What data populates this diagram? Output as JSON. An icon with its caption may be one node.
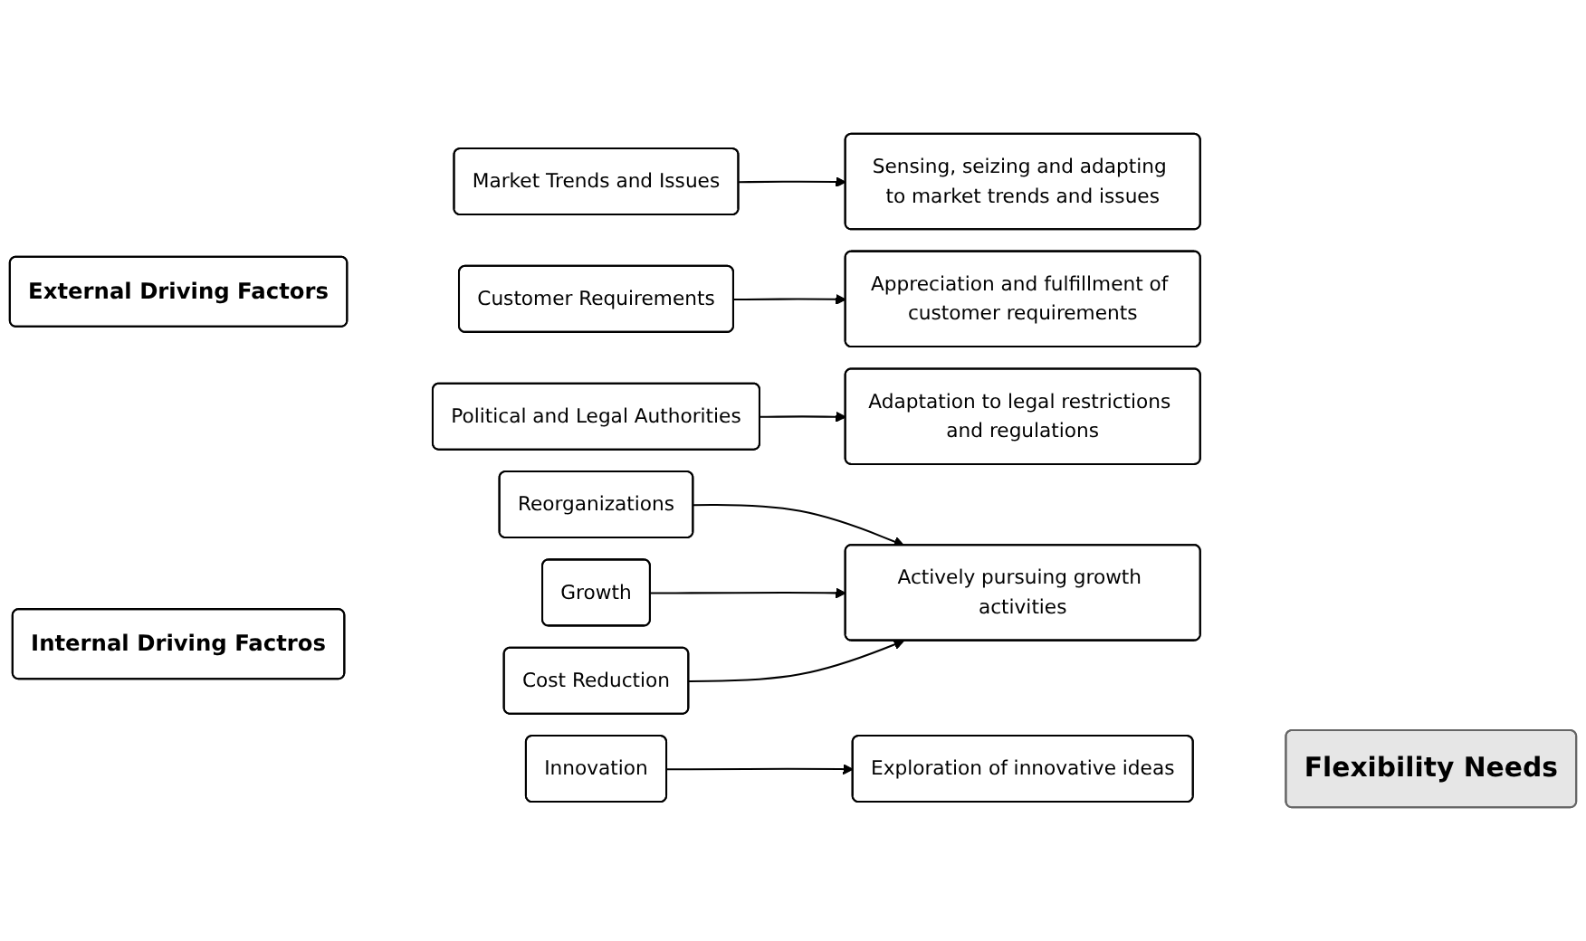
{
  "diagram": {
    "nodes": [
      {
        "text": [
          "External Driving Factors"
        ]
      },
      {
        "text": [
          "Market Trends and Issues"
        ]
      },
      {
        "text": [
          "Customer Requirements"
        ]
      },
      {
        "text": [
          "Political and Legal Authorities"
        ]
      },
      {
        "text": [
          "Internal Driving Factros"
        ]
      },
      {
        "text": [
          "Reorganizations"
        ]
      },
      {
        "text": [
          "Growth"
        ]
      },
      {
        "text": [
          "Cost Reduction"
        ]
      },
      {
        "text": [
          "Innovation"
        ]
      },
      {
        "text": [
          "Sensing, seizing and adapting to market trends and issues"
        ]
      },
      {
        "text": [
          "Appreciation and fulfillment of customer requirements"
        ]
      },
      {
        "text": [
          "Adaptation to legal restrictions and regulations"
        ]
      },
      {
        "text": [
          "Actively pursuing growth activities"
        ]
      },
      {
        "text": [
          "Exploration of innovative ideas"
        ]
      },
      {
        "text": [
          "Flexibility Needs"
        ]
      }
    ],
    "edges": [
      {
        "from": 1,
        "to": 9,
        "arrow": "to"
      },
      {
        "from": 2,
        "to": 10,
        "arrow": "to"
      },
      {
        "from": 3,
        "to": 11,
        "arrow": "to"
      },
      {
        "from": 5,
        "to": 12,
        "arrow": "to"
      },
      {
        "from": 6,
        "to": 12,
        "arrow": "to"
      },
      {
        "from": 7,
        "to": 12,
        "arrow": "to"
      },
      {
        "from": 8,
        "to": 13,
        "arrow": "to"
      }
    ]
  }
}
